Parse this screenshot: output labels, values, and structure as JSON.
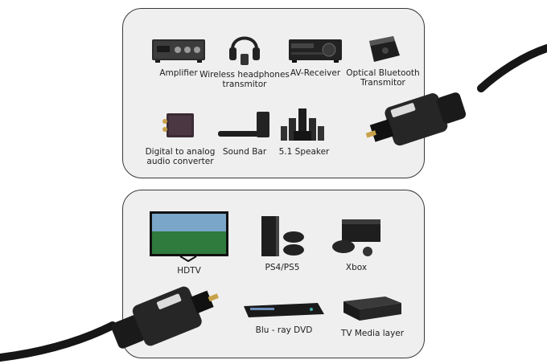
{
  "top_panel": {
    "devices": [
      {
        "label": "Amplifier",
        "icon": "amplifier-icon"
      },
      {
        "label": "Wireless headphones\ntransmitor",
        "icon": "headphones-icon"
      },
      {
        "label": "AV-Receiver",
        "icon": "av-receiver-icon"
      },
      {
        "label": "Optical Bluetooth\nTransmitor",
        "icon": "bluetooth-transmitter-icon"
      },
      {
        "label": "Digital to analog\naudio converter",
        "icon": "dac-converter-icon"
      },
      {
        "label": "Sound Bar",
        "icon": "soundbar-icon"
      },
      {
        "label": "5.1 Speaker",
        "icon": "speaker-system-icon"
      }
    ]
  },
  "bottom_panel": {
    "devices": [
      {
        "label": "HDTV",
        "icon": "tv-icon"
      },
      {
        "label": "PS4/PS5",
        "icon": "game-console-icon"
      },
      {
        "label": "Xbox",
        "icon": "xbox-console-icon"
      },
      {
        "label": "Blu - ray DVD",
        "icon": "bluray-player-icon"
      },
      {
        "label": "TV Media layer",
        "icon": "media-player-icon"
      }
    ]
  },
  "colors": {
    "panel_bg": "#efefef",
    "panel_border": "#3a3a3a",
    "cable": "#161616",
    "connector_tip": "#c8a24a"
  }
}
